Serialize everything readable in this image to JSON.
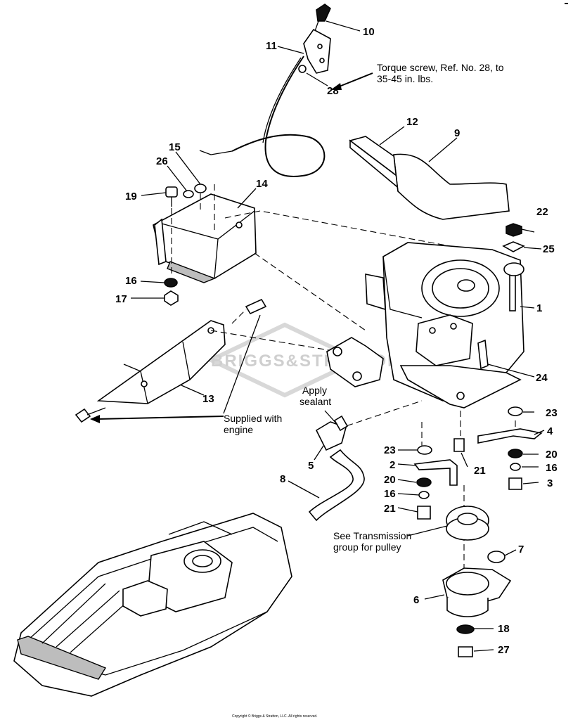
{
  "callouts": {
    "n1": "1",
    "n2": "2",
    "n3": "3",
    "n4": "4",
    "n5": "5",
    "n6": "6",
    "n7": "7",
    "n8": "8",
    "n9": "9",
    "n10": "10",
    "n11": "11",
    "n12": "12",
    "n13": "13",
    "n14": "14",
    "n15": "15",
    "n16a": "16",
    "n16b": "16",
    "n16c": "16",
    "n17": "17",
    "n18": "18",
    "n19": "19",
    "n20a": "20",
    "n20b": "20",
    "n21a": "21",
    "n21b": "21",
    "n22": "22",
    "n23a": "23",
    "n23b": "23",
    "n24": "24",
    "n25": "25",
    "n26": "26",
    "n27": "27",
    "n28": "28"
  },
  "notes": {
    "torque_line1": "Torque screw, Ref. No. 28, to",
    "torque_line2": "35-45 in. lbs.",
    "sealant_line1": "Apply",
    "sealant_line2": "sealant",
    "supplied_line1": "Supplied with",
    "supplied_line2": "engine",
    "pulley_line1": "See Transmission",
    "pulley_line2": "group for pulley"
  },
  "watermark": "BRIGGS&STRATTON",
  "copyright": "Copyright © Briggs & Stratton, LLC. All rights reserved."
}
